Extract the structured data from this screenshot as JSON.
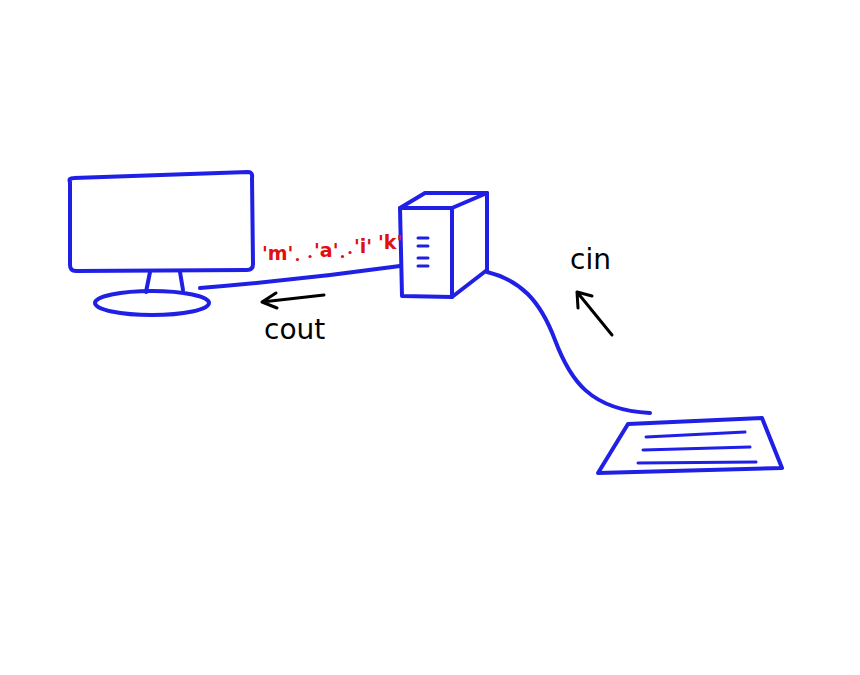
{
  "diagram": {
    "labels": [
      "'m'",
      "'a'",
      "'i'",
      "'k'",
      "cout",
      "cin"
    ]
  }
}
